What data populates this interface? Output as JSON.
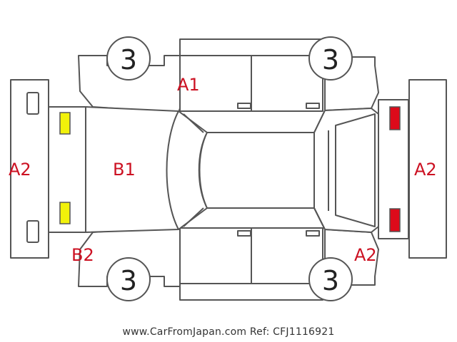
{
  "wheel_labels": [
    "3",
    "3",
    "3",
    "3"
  ],
  "damage_codes": {
    "roof_front": "A1",
    "front_bumper": "A2",
    "rear_bumper": "A2",
    "rear_left_corner": "A2",
    "hood": "B1",
    "front_left_corner": "B2"
  },
  "footer": {
    "text": "www.CarFromJapan.com Ref: CFJ1116921"
  },
  "colors": {
    "outline": "#555555",
    "code_text": "#cc1122",
    "headlight": "#f2f20a",
    "taillight": "#dd0a1a"
  }
}
